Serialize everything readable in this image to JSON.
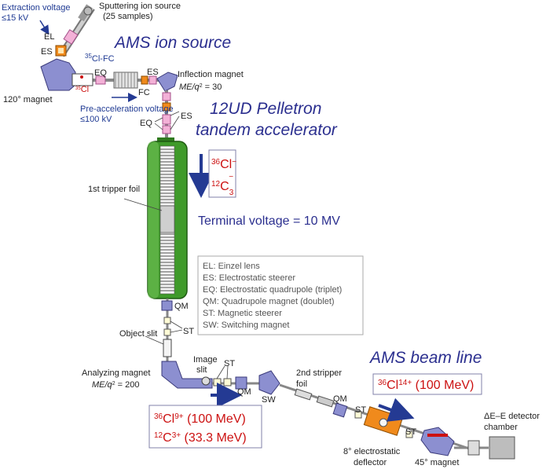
{
  "labels": {
    "extraction_voltage": "Extraction voltage",
    "extraction_voltage_value": "≤15 kV",
    "sputtering_source": "Sputtering ion source",
    "sputtering_samples": "(25 samples)",
    "el": "EL",
    "es_top": "ES",
    "cl35_fc": "Cl-FC",
    "cl35_fc_mass": "35",
    "eq_top": "EQ",
    "cl35_small": "Cl",
    "cl35_small_mass": "35",
    "magnet120": "120° magnet",
    "fc": "FC",
    "es_mid": "ES",
    "inflection_magnet": "Inflection magnet",
    "inflection_ratio": "ME/q",
    "inflection_ratio_value": " = 30",
    "preacc_voltage": "Pre-acceleration voltage",
    "preacc_value": "≤100 kV",
    "es_right": "ES",
    "eq_left": "EQ",
    "tripper": "1st tripper foil",
    "qm1": "QM",
    "st1": "ST",
    "object_slit": "Object slit",
    "analyzing_magnet": "Analyzing magnet",
    "analyzing_ratio": "ME/q",
    "analyzing_ratio_value": " = 200",
    "image_slit_1": "Image",
    "image_slit_2": "slit",
    "st2": "ST",
    "qm2": "QM",
    "sw": "SW",
    "stripper2_1": "2nd stripper",
    "stripper2_2": "foil",
    "qm3": "QM",
    "st3": "ST",
    "st4": "ST",
    "deflector_1": "8° electrostatic",
    "deflector_2": "deflector",
    "magnet45": "45° magnet",
    "detector_1": "ΔE–E detector",
    "detector_2": "chamber"
  },
  "titles": {
    "ion_source": "AMS ion source",
    "pelletron_1": "12UD Pelletron",
    "pelletron_2": "tandem accelerator",
    "beam_line": "AMS beam line",
    "terminal_voltage": "Terminal voltage = 10 MV"
  },
  "ions": {
    "cl36_minus_mass": "36",
    "cl36_minus_sym": "Cl",
    "cl36_minus_charge": "−",
    "c3_mass": "12",
    "c3_sym": "C",
    "c3_sub": "3",
    "c3_charge": "−",
    "cl9_mass": "36",
    "cl9_sym": "Cl",
    "cl9_charge": "9+",
    "cl9_energy": " (100 MeV)",
    "c3plus_mass": "12",
    "c3plus_sym": "C",
    "c3plus_charge": "3+",
    "c3plus_energy": " (33.3 MeV)",
    "cl14_mass": "36",
    "cl14_sym": "Cl",
    "cl14_charge": "14+",
    "cl14_energy": " (100 MeV)"
  },
  "legend": [
    "EL: Einzel lens",
    "ES: Electrostatic steerer",
    "EQ: Electrostatic quadrupole (triplet)",
    "QM: Quadrupole magnet (doublet)",
    "ST: Magnetic steerer",
    "SW: Switching magnet"
  ],
  "colors": {
    "accelerator_green": "#3f9a2a",
    "magnet_purple": "#8c8fd0",
    "orange": "#f08a1c",
    "arrow_blue": "#243a93",
    "ion_red": "#cc1111"
  }
}
